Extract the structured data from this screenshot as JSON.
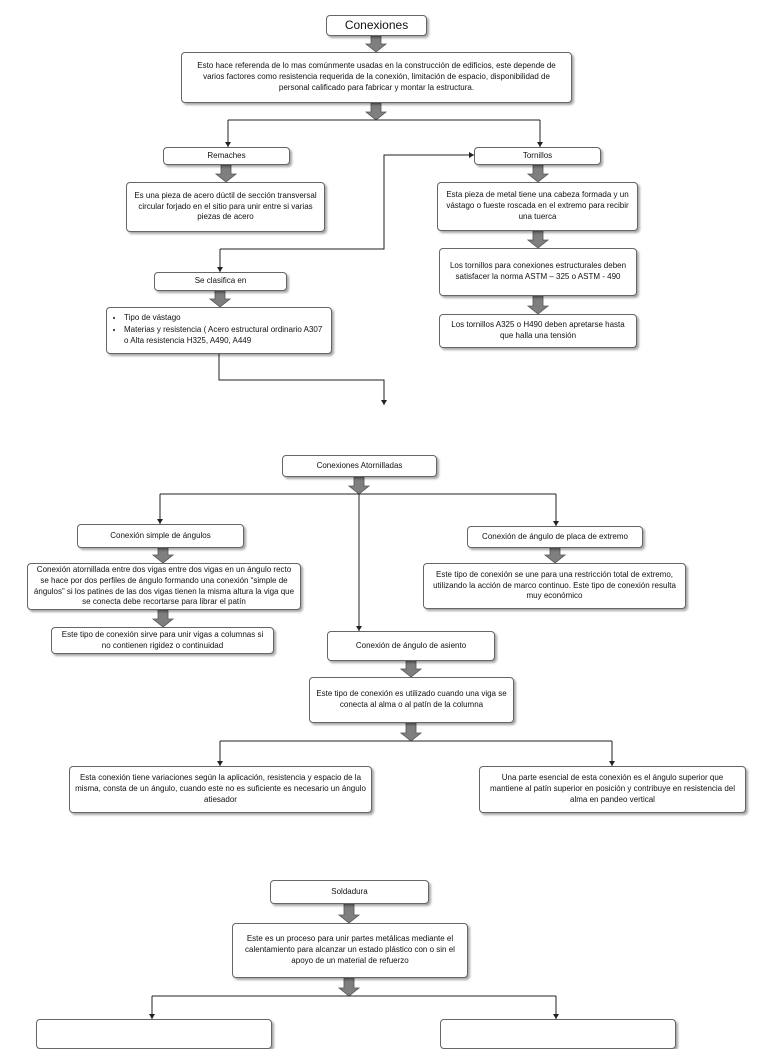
{
  "conexiones": {
    "title": "Conexiones",
    "description": "Esto hace referenda de lo mas comúnmente usadas en la construcción de edificios, este depende de varios factores como resistencia requerida de la conexión, limitación de espacio, disponibilidad de personal calificado para fabricar y montar la estructura."
  },
  "remaches": {
    "label": "Remaches",
    "description": "Es una pieza de acero dúctil de sección transversal circular forjado en el sitio para unir entre si varias piezas de acero",
    "clasifica_label": "Se clasifica en",
    "clasifica_items": [
      "Tipo de vástago",
      "Materias y resistencia ( Acero estructural ordinario A307 o  Alta resistencia H325, A490, A449"
    ]
  },
  "tornillos": {
    "label": "Tornillos",
    "description": "Esta pieza de metal tiene una cabeza formada y un vástago o fueste roscada en el extremo para recibir una tuerca",
    "norma": "Los tornillos para conexiones estructurales deben satisfacer la norma ASTM – 325 o ASTM - 490",
    "tension": "Los tornillos A325 o H490 deben apretarse hasta que halla una tensión"
  },
  "atornilladas": {
    "label": "Conexiones Atornilladas",
    "simple_label": "Conexión simple de ángulos",
    "simple_desc": "Conexión atornillada entre dos vigas entre dos vigas en un ángulo recto se hace por dos perfiles de ángulo formando una conexión “simple de ángulos” si los patines de las dos vigas tienen la misma altura la viga que se conecta debe recortarse para librar el patín",
    "simple_uso": "Este tipo de conexión sirve para unir vigas a columnas si no contienen rigidez o continuidad",
    "placa_label": "Conexión de ángulo de placa de extremo",
    "placa_desc": "Este tipo de conexión se une para una restricción total de extremo, utilizando la acción de marco continuo. Este tipo de conexión resulta muy económico",
    "asiento_label": "Conexión de ángulo de asiento",
    "asiento_desc": "Este tipo de conexión es utilizado cuando una viga se conecta al alma o al patín de la columna",
    "variaciones": "Esta conexión tiene variaciones según la aplicación, resistencia y espacio de la misma, consta de un ángulo, cuando este no es suficiente es necesario un ángulo atiesador",
    "superior": "Una parte esencial de esta conexión es el ángulo superior que mantiene al patín superior en posición y contribuye en resistencia del alma en pandeo vertical"
  },
  "soldadura": {
    "label": "Soldadura",
    "description": "Este es un proceso para unir partes metálicas mediante el calentamiento para alcanzar un estado plástico con o sin el apoyo de un material de refuerzo",
    "left_child": "",
    "right_child": ""
  },
  "colors": {
    "border": "#666666",
    "arrow_fill": "#7f7f7f",
    "line": "#222222"
  }
}
